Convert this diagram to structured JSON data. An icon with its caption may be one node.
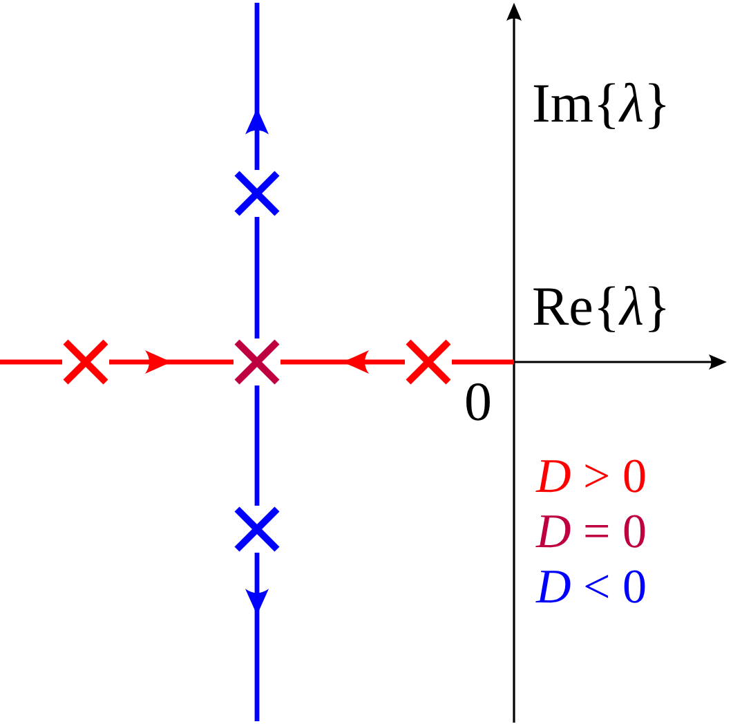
{
  "diagram": {
    "nodes": [
      {
        "text": [],
        "shape": "cross"
      },
      {
        "text": [],
        "shape": "cross"
      },
      {
        "text": [],
        "shape": "cross"
      },
      {
        "text": [],
        "shape": "cross"
      },
      {
        "text": [],
        "shape": "cross"
      }
    ],
    "edges": [
      {
        "from": 1,
        "to": null,
        "arrow": "none",
        "color": "#ff0000"
      },
      {
        "from": 1,
        "to": 2,
        "arrow": "to",
        "color": "#ff0000"
      },
      {
        "from": 3,
        "to": 2,
        "arrow": "to",
        "color": "#ff0000"
      },
      {
        "from": 3,
        "to": null,
        "arrow": "none",
        "color": "#ff0000"
      },
      {
        "from": 2,
        "to": 0,
        "arrow": "none",
        "color": "#0000ff"
      },
      {
        "from": 0,
        "to": null,
        "arrow": "to",
        "color": "#0000ff"
      },
      {
        "from": 2,
        "to": 4,
        "arrow": "none",
        "color": "#0000ff"
      },
      {
        "from": 4,
        "to": null,
        "arrow": "to",
        "color": "#0000ff"
      }
    ],
    "labels": [
      "Im{*λ*}",
      "Re{*λ*}",
      "0"
    ],
    "legend": [
      {
        "text": "*D* > 0",
        "color": "#ff0000"
      },
      {
        "text": "*D* = 0",
        "color": "#bf0040"
      },
      {
        "text": "*D* < 0",
        "color": "#0000ff"
      }
    ]
  }
}
